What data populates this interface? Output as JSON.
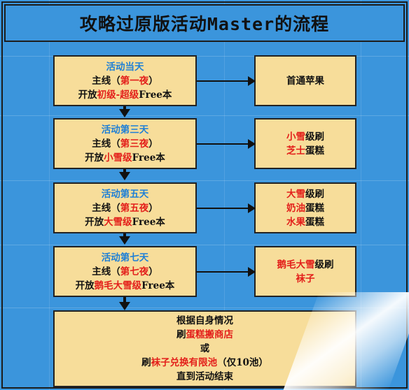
{
  "title": "攻略过原版活动Master的流程",
  "steps": [
    {
      "day": "活动当天",
      "main_pre": "主线（",
      "main_hl": "第一夜",
      "main_post": "）",
      "open_pre": "开放",
      "open_hl": "初级-超级",
      "open_post": "Free本"
    },
    {
      "day": "活动第三天",
      "main_pre": "主线（",
      "main_hl": "第三夜",
      "main_post": "）",
      "open_pre": "开放",
      "open_hl": "小雪级",
      "open_post": "Free本"
    },
    {
      "day": "活动第五天",
      "main_pre": "主线（",
      "main_hl": "第五夜",
      "main_post": "）",
      "open_pre": "开放",
      "open_hl": "大雪级",
      "open_post": "Free本"
    },
    {
      "day": "活动第七天",
      "main_pre": "主线（",
      "main_hl": "第七夜",
      "main_post": "）",
      "open_pre": "开放",
      "open_hl": "鹅毛大雪级",
      "open_post": "Free本"
    }
  ],
  "results": [
    {
      "line1_plain": "首通苹果"
    },
    {
      "line1_hl": "小雪",
      "line1_post": "级刷",
      "line2_hl": "芝士",
      "line2_post": "蛋糕"
    },
    {
      "line1_hl": "大雪",
      "line1_post": "级刷",
      "line2_hl": "奶油",
      "line2_post": "蛋糕",
      "line3_hl": "水果",
      "line3_post": "蛋糕"
    },
    {
      "line1_hl": "鹅毛大雪",
      "line1_post": "级刷",
      "line2_hl": "袜子"
    }
  ],
  "final": {
    "line1": "根据自身情况",
    "line2_pre": "刷",
    "line2_hl": "蛋糕搬商店",
    "line3": "或",
    "line4_pre": "刷",
    "line4_hl": "袜子兑换有限池",
    "line4_post": "（仅10池）",
    "line5": "直到活动结束"
  },
  "colors": {
    "background": "#3b95dc",
    "box": "#f7dd9a",
    "highlight_red": "#e3201b",
    "highlight_blue": "#1e7fd6"
  }
}
